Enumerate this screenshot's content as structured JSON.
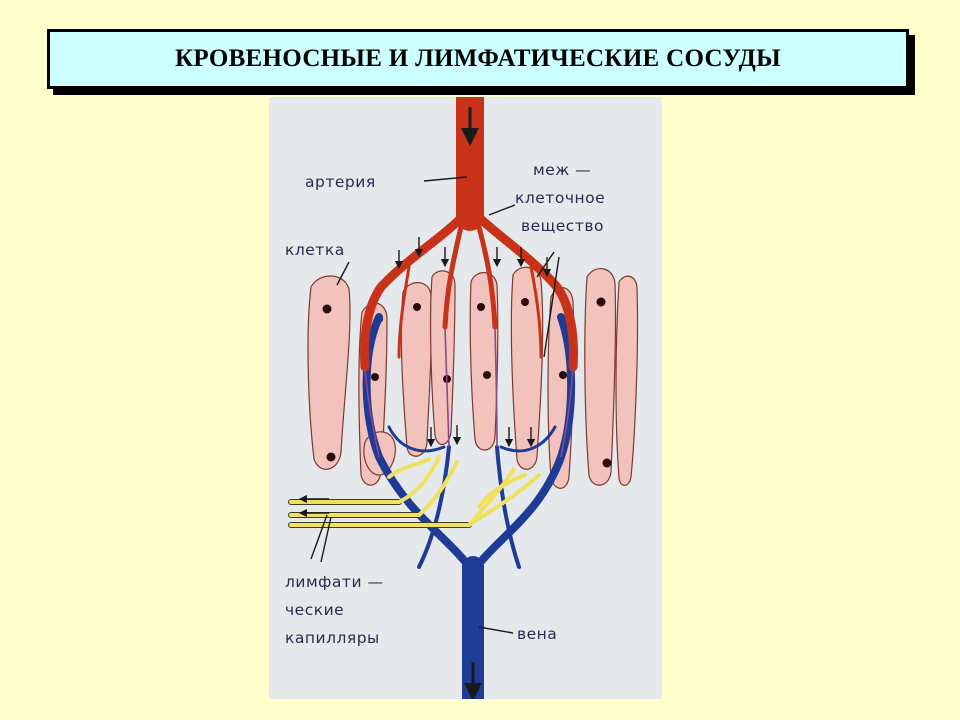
{
  "title": "КРОВЕНОСНЫЕ И ЛИМФАТИЧЕСКИЕ СОСУДЫ",
  "colors": {
    "background": "#FFFFCC",
    "title_fill": "#CCFFFF",
    "figure_bg": "#E6E9EC",
    "artery": "#C83218",
    "vein": "#1E3C96",
    "lymph": "#F0E060",
    "cell": "#F2C2BC",
    "nucleus": "#2A0A0A"
  },
  "labels": {
    "artery": "артерия",
    "intercellular_1": "меж —",
    "intercellular_2": "клеточное",
    "intercellular_3": "вещество",
    "cell": "клетка",
    "lymph_1": "лимфати —",
    "lymph_2": "ческие",
    "lymph_3": "капилляры",
    "vein": "вена"
  }
}
